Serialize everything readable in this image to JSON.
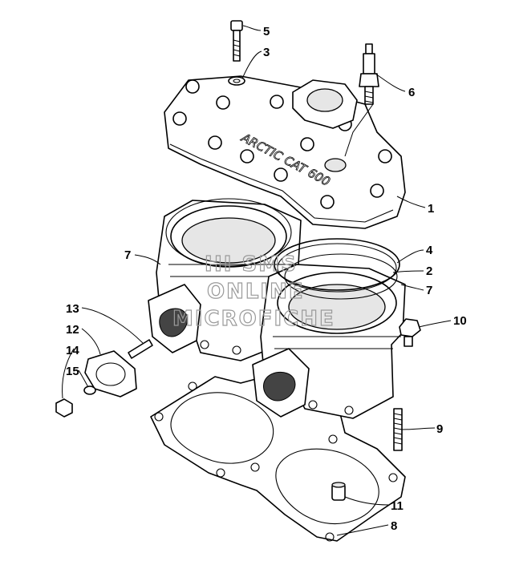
{
  "callouts": [
    {
      "id": "5",
      "text": "5"
    },
    {
      "id": "3",
      "text": "3"
    },
    {
      "id": "6",
      "text": "6"
    },
    {
      "id": "1",
      "text": "1"
    },
    {
      "id": "4",
      "text": "4"
    },
    {
      "id": "2",
      "text": "2"
    },
    {
      "id": "7a",
      "text": "7"
    },
    {
      "id": "7b",
      "text": "7"
    },
    {
      "id": "13",
      "text": "13"
    },
    {
      "id": "12",
      "text": "12"
    },
    {
      "id": "14",
      "text": "14"
    },
    {
      "id": "15",
      "text": "15"
    },
    {
      "id": "10",
      "text": "10"
    },
    {
      "id": "9",
      "text": "9"
    },
    {
      "id": "11",
      "text": "11"
    },
    {
      "id": "8",
      "text": "8"
    }
  ],
  "watermark": {
    "line1": "HI SMS",
    "line2": "ONLINE",
    "line3": "MICROFICHE"
  },
  "head_casting_text": "ARCTIC CAT 600"
}
